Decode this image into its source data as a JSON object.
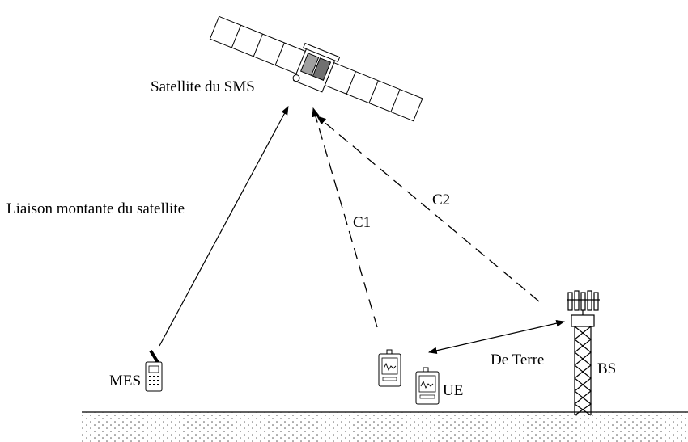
{
  "labels": {
    "satellite": "Satellite du SMS",
    "uplink": "Liaison montante du satellite",
    "c1": "C1",
    "c2": "C2",
    "terrestrial": "De Terre",
    "mes": "MES",
    "ue": "UE",
    "bs": "BS"
  },
  "links": [
    {
      "id": "uplink",
      "from": "MES",
      "to": "Satellite du SMS",
      "style": "solid"
    },
    {
      "id": "c1",
      "from": "UE",
      "to": "Satellite du SMS",
      "style": "dashed"
    },
    {
      "id": "c2",
      "from": "BS",
      "to": "Satellite du SMS",
      "style": "dashed"
    },
    {
      "id": "terrestrial",
      "from": "BS",
      "to": "UE",
      "style": "solid",
      "bidirectional": true
    }
  ],
  "colors": {
    "line": "#000000",
    "ground_fill": "#ffffff",
    "panel_fill": "#ffffff",
    "body_fill": "#a0a0a0"
  },
  "icons": [
    "satellite-icon",
    "mobile-phone-icon",
    "pda-icon",
    "cell-tower-icon"
  ]
}
